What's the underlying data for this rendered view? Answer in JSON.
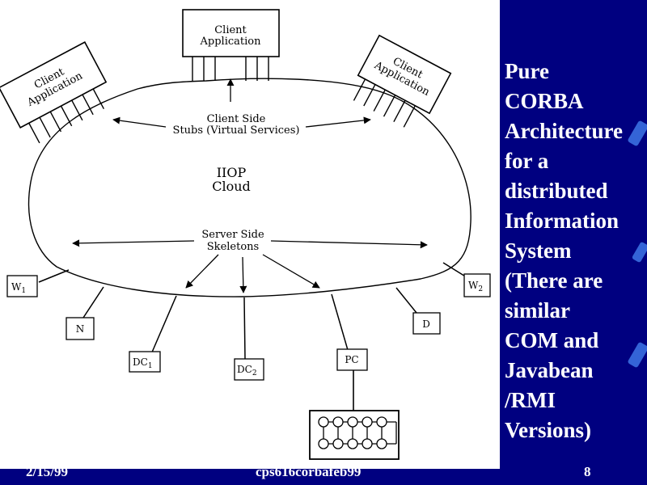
{
  "diagram": {
    "client_top": [
      "Client",
      "Application"
    ],
    "client_left": [
      "Client",
      "Application"
    ],
    "client_right": [
      "Client",
      "Application"
    ],
    "client_side_stubs": [
      "Client Side",
      "Stubs (Virtual Services)"
    ],
    "iiop_cloud": [
      "IIOP",
      "Cloud"
    ],
    "server_side_skeletons": [
      "Server Side",
      "Skeletons"
    ],
    "nodes": {
      "w1": "W",
      "w1_sub": "1",
      "w2": "W",
      "w2_sub": "2",
      "n": "N",
      "d": "D",
      "dc1": "DC",
      "dc1_sub": "1",
      "dc2": "DC",
      "dc2_sub": "2",
      "pc": "PC"
    }
  },
  "side_text": [
    "Pure",
    "CORBA",
    "Architecture",
    "for a",
    "distributed",
    "Information",
    "System",
    "(There are",
    "similar",
    "COM and",
    "Javabean",
    "/RMI",
    "Versions)"
  ],
  "footer": {
    "date": "2/15/99",
    "file": "cps616corbafeb99",
    "page": "8"
  },
  "colors": {
    "background": "#000080",
    "panel": "#ffffff",
    "accent": "#3a6fe0"
  }
}
